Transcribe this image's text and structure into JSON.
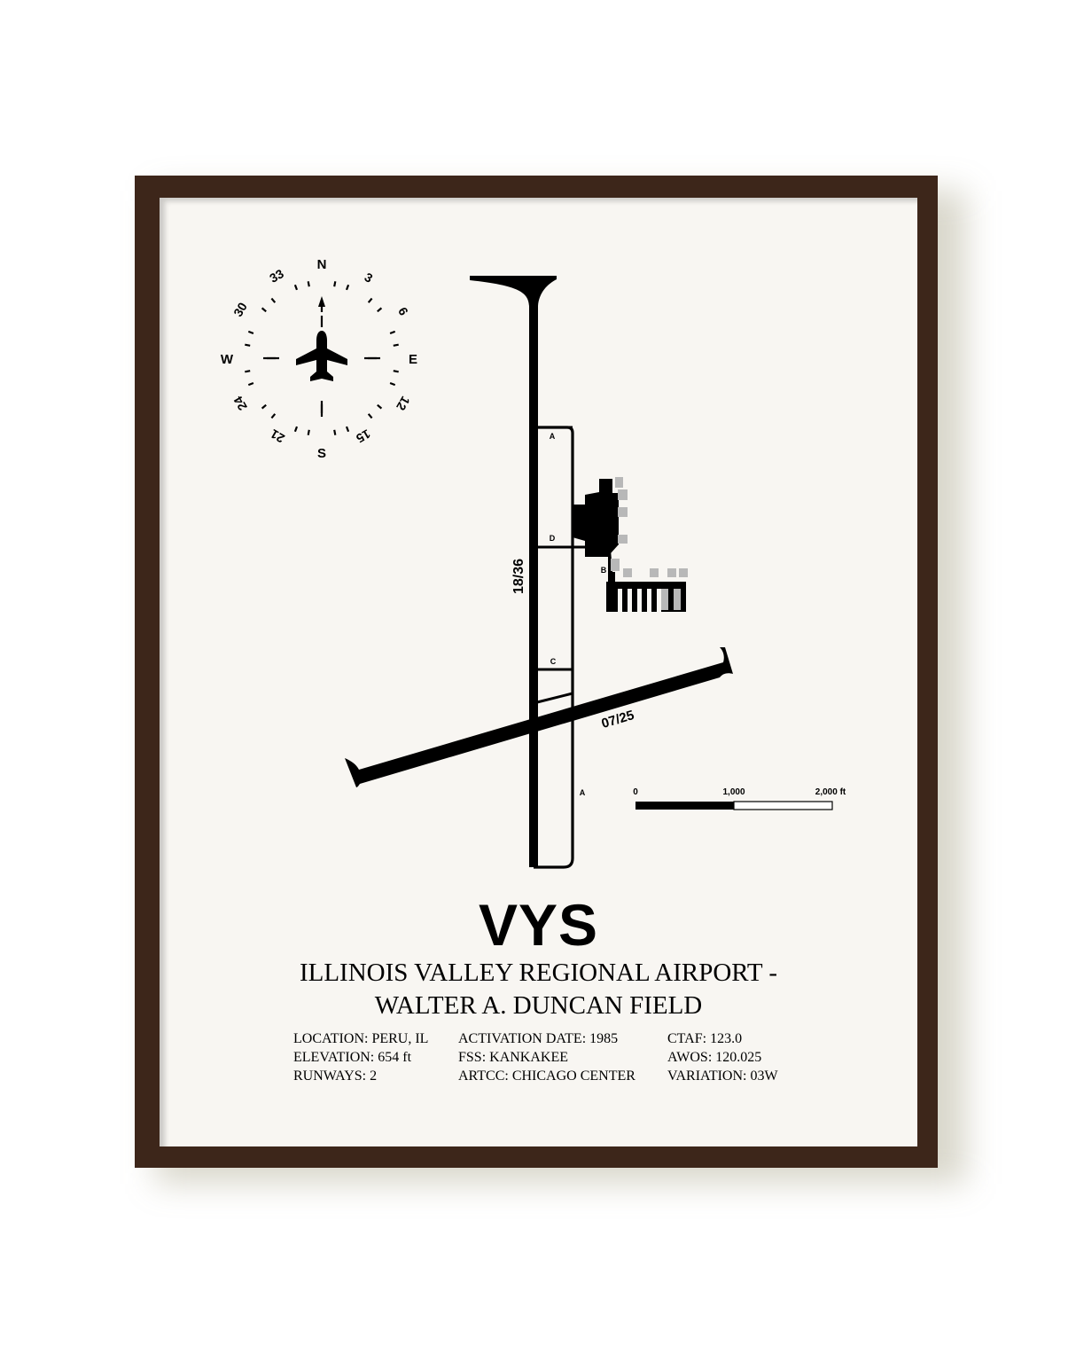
{
  "compass": {
    "north": "N",
    "east": "E",
    "south": "S",
    "west": "W",
    "h3": "3",
    "h6": "6",
    "h12": "12",
    "h15": "15",
    "h21": "21",
    "h24": "24",
    "h30": "30",
    "h33": "33",
    "center_icon": "airplane-icon"
  },
  "runways": {
    "rwy_18_36": "18/36",
    "rwy_07_25": "07/25"
  },
  "taxiways": {
    "a_north": "A",
    "d": "D",
    "b": "B",
    "c": "C",
    "a_south": "A"
  },
  "scale": {
    "zero": "0",
    "mid": "1,000",
    "end": "2,000 ft"
  },
  "airport": {
    "code": "VYS",
    "name_line1": "ILLINOIS VALLEY REGIONAL AIRPORT -",
    "name_line2": "WALTER A. DUNCAN FIELD"
  },
  "details": {
    "location": "LOCATION: PERU, IL",
    "elevation": "ELEVATION: 654 ft",
    "runways": "RUNWAYS: 2",
    "activation": "ACTIVATION DATE: 1985",
    "fss": "FSS: KANKAKEE",
    "artcc": "ARTCC: CHICAGO CENTER",
    "ctaf": "CTAF: 123.0",
    "awos": "AWOS: 120.025",
    "variation": "VARIATION: 03W"
  },
  "colors": {
    "frame": "#3d261a",
    "paper": "#f8f6f2",
    "ink": "#000000",
    "apron_gray": "#b8b8b8"
  }
}
